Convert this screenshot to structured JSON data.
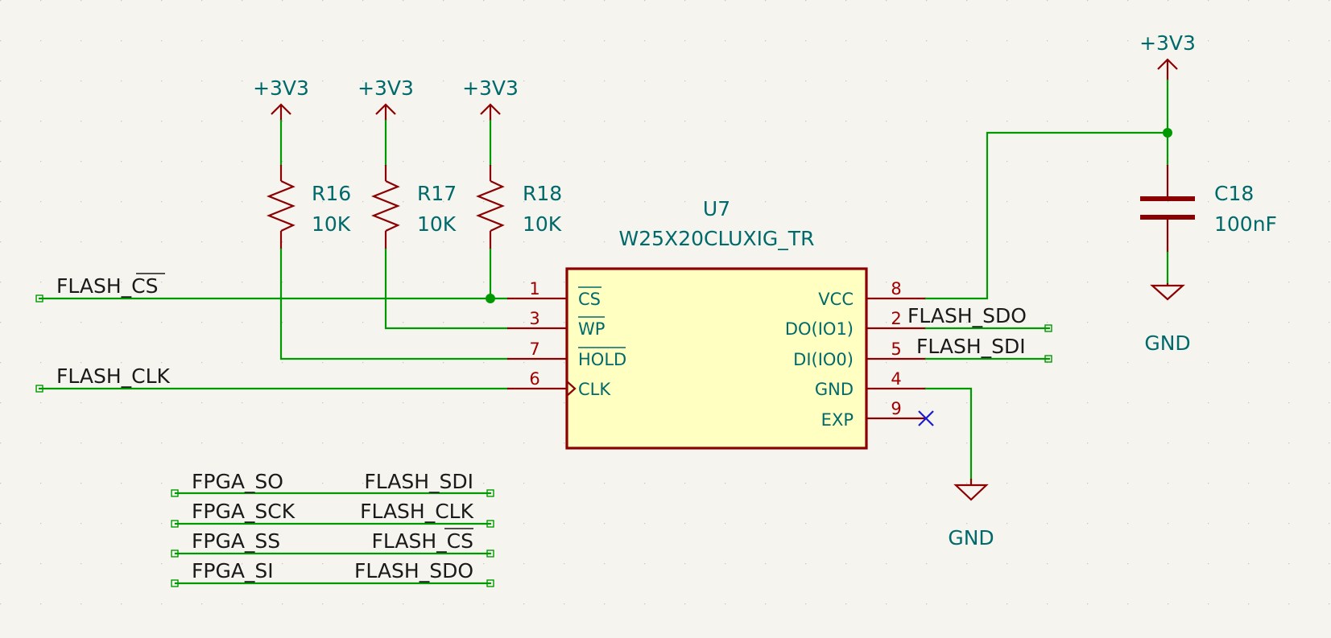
{
  "power": {
    "r16_rail": "+3V3",
    "r17_rail": "+3V3",
    "r18_rail": "+3V3",
    "c18_rail": "+3V3",
    "gnd_cap": "GND",
    "gnd_chip": "GND"
  },
  "resistors": [
    {
      "ref": "R16",
      "value": "10K"
    },
    {
      "ref": "R17",
      "value": "10K"
    },
    {
      "ref": "R18",
      "value": "10K"
    }
  ],
  "capacitor": {
    "ref": "C18",
    "value": "100nF"
  },
  "chip": {
    "ref": "U7",
    "part": "W25X20CLUXIG_TR",
    "left_pins": [
      {
        "num": "1",
        "name": "CS",
        "overbar": true
      },
      {
        "num": "3",
        "name": "WP",
        "overbar": true
      },
      {
        "num": "7",
        "name": "HOLD",
        "overbar": true
      },
      {
        "num": "6",
        "name": "CLK",
        "overbar": false
      }
    ],
    "right_pins": [
      {
        "num": "8",
        "name": "VCC"
      },
      {
        "num": "2",
        "name": "DO(IO1)"
      },
      {
        "num": "5",
        "name": "DI(IO0)"
      },
      {
        "num": "4",
        "name": "GND"
      },
      {
        "num": "9",
        "name": "EXP"
      }
    ]
  },
  "labels": {
    "flash_cs_left": "FLASH_CS",
    "flash_clk_left": "FLASH_CLK",
    "flash_sdo_right": "FLASH_SDO",
    "flash_sdi_right": "FLASH_SDI"
  },
  "mapping": [
    {
      "fpga": "FPGA_SO",
      "flash": "FLASH_SDI"
    },
    {
      "fpga": "FPGA_SCK",
      "flash": "FLASH_CLK"
    },
    {
      "fpga": "FPGA_SS",
      "flash": "FLASH_CS"
    },
    {
      "fpga": "FPGA_SI",
      "flash": "FLASH_SDO"
    }
  ]
}
